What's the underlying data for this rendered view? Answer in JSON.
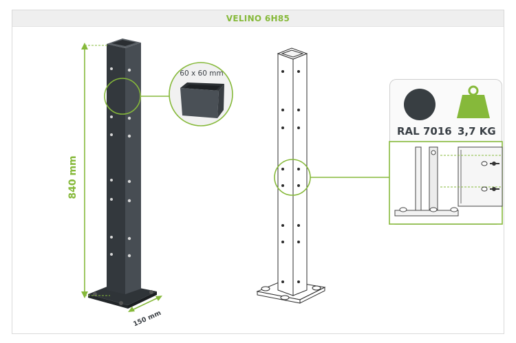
{
  "header": {
    "title": "VELINO 6H85"
  },
  "dimensions": {
    "height_label": "840 mm",
    "profile_label": "60 x 60 mm",
    "base_label": "150 mm"
  },
  "specs": {
    "color_label": "RAL 7016",
    "weight_label": "3,7 KG"
  },
  "colors": {
    "accent": "#86b93a",
    "post": "#3a3f44",
    "ral_swatch": "#383e42"
  },
  "icons": [
    "color-swatch-icon",
    "weight-icon"
  ]
}
